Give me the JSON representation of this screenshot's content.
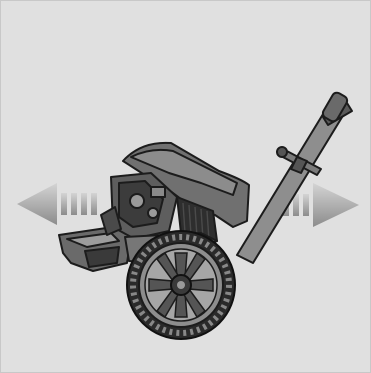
{
  "illustration": {
    "subject": "power-tool-on-wheeled-cart",
    "background_color": "#e0e0e0",
    "outline_color": "#1c1c1c",
    "body_color": "#6d6d6d",
    "shadow_color": "#4a4a4a",
    "highlight_color": "#a9a9a9",
    "arrow_color": "#8a8a8a",
    "arrow_highlight": "#bdbdbd",
    "arrows": [
      "left-arrow",
      "right-arrow"
    ]
  }
}
